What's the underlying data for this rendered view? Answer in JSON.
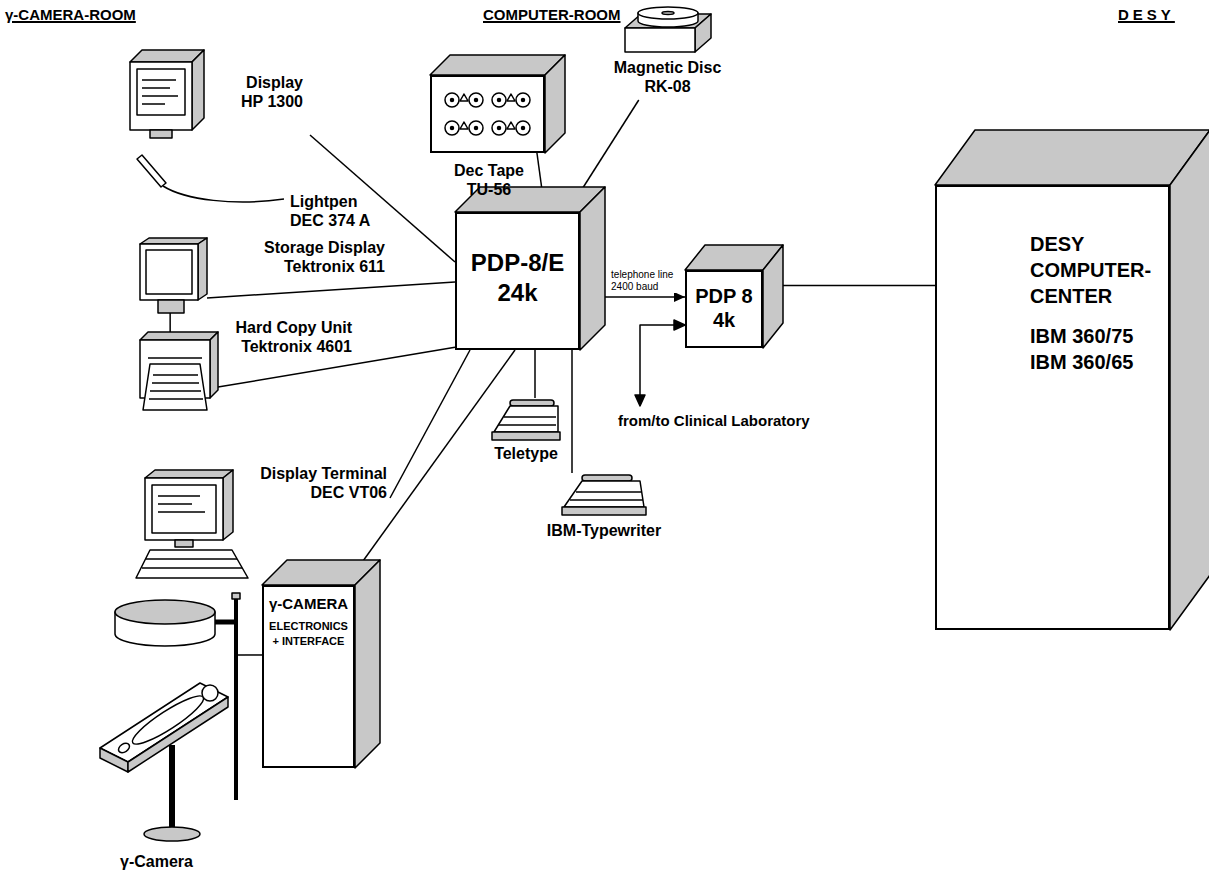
{
  "diagram": {
    "nodes": [
      {
        "text": [
          "Display HP 1300"
        ]
      },
      {
        "text": [
          "Lightpen DEC 374 A"
        ]
      },
      {
        "text": [
          "Storage Display Tektronix 611"
        ]
      },
      {
        "text": [
          "Hard Copy Unit Tektronix 4601"
        ]
      },
      {
        "text": [
          "Display Terminal DEC VT06"
        ]
      },
      {
        "text": [
          "γ-Camera"
        ]
      },
      {
        "text": [
          "γ-CAMERA",
          "ELECTRONICS + INTERFACE"
        ]
      },
      {
        "text": [
          "Dec Tape TU-56"
        ]
      },
      {
        "text": [
          "Magnetic Disc RK-08"
        ]
      },
      {
        "text": [
          "PDP-8/E 24k"
        ]
      },
      {
        "text": [
          "Teletype"
        ]
      },
      {
        "text": [
          "IBM-Typewriter"
        ]
      },
      {
        "text": [
          "PDP 8 4k"
        ]
      },
      {
        "text": [
          "DESY COMPUTER-CENTER",
          "IBM 360/75 IBM 360/65"
        ]
      }
    ],
    "edges": [
      {
        "from": 0,
        "to": 9,
        "arrow": "none"
      },
      {
        "from": 2,
        "to": 9,
        "arrow": "none"
      },
      {
        "from": 2,
        "to": 3,
        "arrow": "none"
      },
      {
        "from": 3,
        "to": 9,
        "arrow": "none"
      },
      {
        "from": 4,
        "to": 9,
        "arrow": "none"
      },
      {
        "from": 5,
        "to": 6,
        "arrow": "none"
      },
      {
        "from": 6,
        "to": 9,
        "arrow": "none"
      },
      {
        "from": 7,
        "to": 9,
        "arrow": "none"
      },
      {
        "from": 8,
        "to": 9,
        "arrow": "none"
      },
      {
        "from": 9,
        "to": 10,
        "arrow": "none"
      },
      {
        "from": 9,
        "to": 11,
        "arrow": "none"
      },
      {
        "from": 9,
        "to": 12,
        "label": "telephone line 2400 baud",
        "arrow": "to"
      },
      {
        "from": 12,
        "to": 13,
        "arrow": "none"
      }
    ],
    "labels": [
      "γ-CAMERA-ROOM",
      "COMPUTER-ROOM",
      "DESY",
      "from/to Clinical Laboratory"
    ]
  }
}
